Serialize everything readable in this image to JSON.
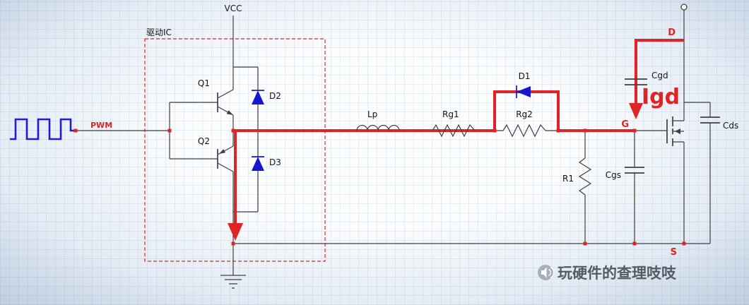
{
  "colors": {
    "path-red": "#e02425",
    "component-blue": "#1717cf",
    "wire": "#3f3f3f"
  },
  "labels": {
    "vcc": "VCC",
    "driver_box": "驱动IC",
    "pwm": "PWM",
    "q1": "Q1",
    "q2": "Q2",
    "d1": "D1",
    "d2": "D2",
    "d3": "D3",
    "lp": "Lp",
    "rg1": "Rg1",
    "rg2": "Rg2",
    "r1": "R1",
    "cgs": "Cgs",
    "cgd": "Cgd",
    "cds": "Cds",
    "igd": "Igd",
    "gate": "G",
    "drain": "D",
    "source": "S"
  },
  "watermark": {
    "text": "玩硬件的查理吱吱",
    "icon": "megaphone-icon"
  }
}
